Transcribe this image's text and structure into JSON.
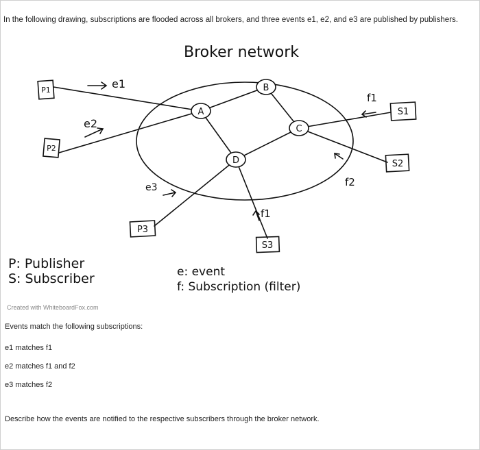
{
  "intro": "In the following drawing, subscriptions are flooded across all brokers, and three events e1, e2, and e3 are published by publishers.",
  "whiteboard": {
    "title": "Broker network",
    "brokers": [
      "A",
      "B",
      "C",
      "D"
    ],
    "publishers": [
      "P1",
      "P2",
      "P3"
    ],
    "subscribers": [
      "S1",
      "S2",
      "S3"
    ],
    "events": [
      "e1",
      "e2",
      "e3"
    ],
    "filters": [
      "f1",
      "f2",
      "f1"
    ],
    "legend_left": [
      "P: Publisher",
      "S: Subscriber"
    ],
    "legend_right": [
      "e: event",
      "f: Subscription (filter)"
    ],
    "watermark": "Created with WhiteboardFox.com"
  },
  "question": {
    "heading": "Events match the following subscriptions:",
    "matches": [
      "e1 matches f1",
      "e2 matches f1 and f2",
      "e3 matches f2"
    ],
    "prompt": "Describe how the events are notified to the respective subscribers through the broker network."
  }
}
